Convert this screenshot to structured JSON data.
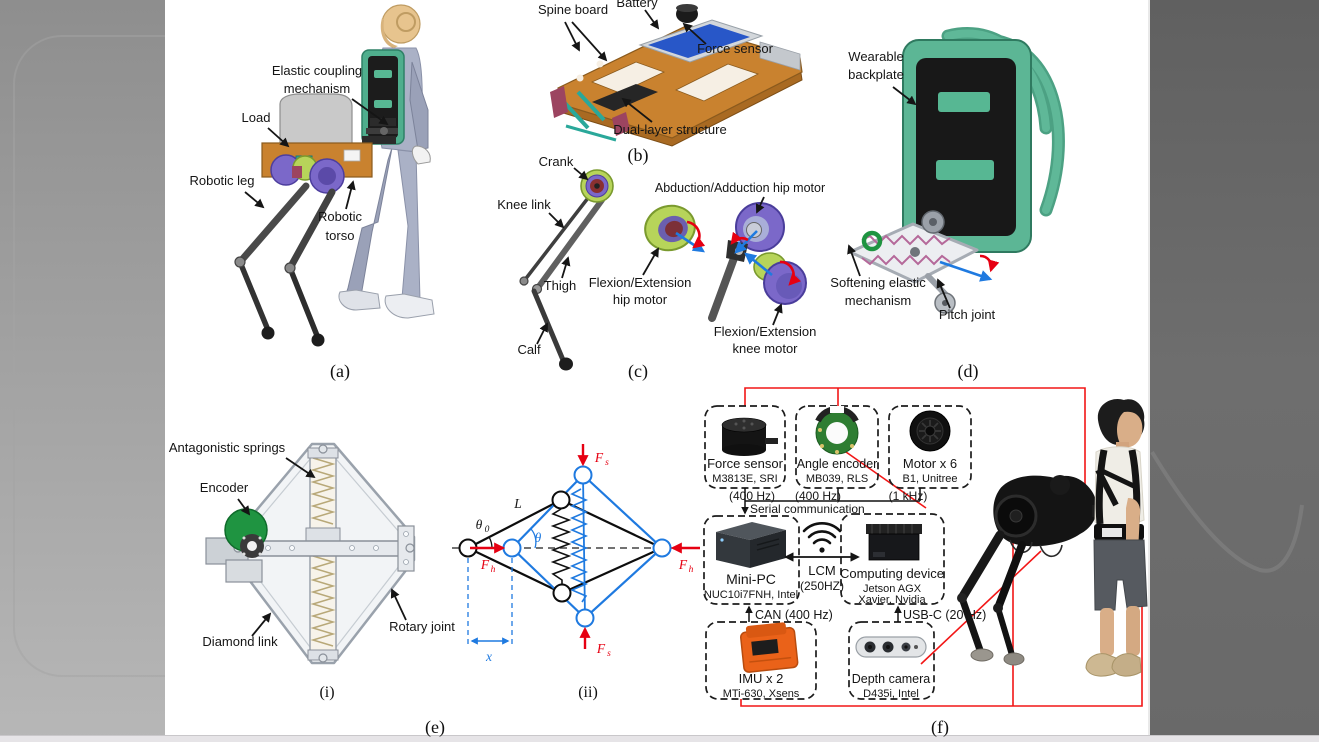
{
  "colors": {
    "connector_red": "#f21616",
    "diagram_blue": "#1f7ae0",
    "arrow_red": "#e60012",
    "backpack_green": "#5cb695",
    "frame_orange": "#c9822f"
  },
  "panel_a": {
    "label_elastic_coupling_line1": "Elastic coupling",
    "label_elastic_coupling_line2": "mechanism",
    "label_load": "Load",
    "label_robotic_leg": "Robotic leg",
    "label_robotic_torso_line1": "Robotic",
    "label_robotic_torso_line2": "torso",
    "caption": "(a)"
  },
  "panel_b": {
    "label_spine_board": "Spine board",
    "label_battery": "Battery",
    "label_force_sensor": "Force sensor",
    "label_dual_layer": "Dual-layer structure",
    "caption": "(b)"
  },
  "panel_c": {
    "label_crank": "Crank",
    "label_knee_link": "Knee link",
    "label_thigh": "Thigh",
    "label_calf": "Calf",
    "label_abduction_hip_motor": "Abduction/Adduction hip motor",
    "label_flexion_hip_line1": "Flexion/Extension",
    "label_flexion_hip_line2": "hip motor",
    "label_flexion_knee_line1": "Flexion/Extension",
    "label_flexion_knee_line2": "knee motor",
    "caption": "(c)"
  },
  "panel_d": {
    "label_wearable_line1": "Wearable",
    "label_wearable_line2": "backplate",
    "label_softening_line1": "Softening elastic",
    "label_softening_line2": "mechanism",
    "label_pitch_joint": "Pitch joint",
    "caption": "(d)"
  },
  "panel_e": {
    "label_antagonistic_springs": "Antagonistic springs",
    "label_encoder": "Encoder",
    "label_diamond_link": "Diamond link",
    "label_rotary_joint": "Rotary joint",
    "caption_i": "(i)",
    "caption_ii": "(ii)",
    "caption": "(e)",
    "diagram": {
      "theta_rest_sym": "θ",
      "theta_rest_sub": "0",
      "link_length": "L",
      "theta_sym": "θ",
      "force_spring_sym": "F",
      "force_spring_sub": "s",
      "force_hand_sym": "F",
      "force_hand_sub": "h",
      "displacement": "x"
    }
  },
  "panel_f": {
    "force_sensor": {
      "title": "Force sensor",
      "model": "M3813E, SRI",
      "rate": "(400 Hz)"
    },
    "angle_encoder": {
      "title": "Angle encoder",
      "model": "MB039, RLS",
      "rate": "(400 Hz)"
    },
    "motor": {
      "title": "Motor x 6",
      "model": "B1, Unitree",
      "rate": "(1 kHz)"
    },
    "serial_label": "Serial communication",
    "mini_pc": {
      "title": "Mini-PC",
      "model": "NUC10i7FNH, Intel"
    },
    "lcm_line1": "LCM",
    "lcm_line2": "(250HZ)",
    "computing": {
      "title": "Computing device",
      "model_line1": "Jetson AGX",
      "model_line2": "Xavier, Nvidia"
    },
    "can_label": "CAN (400 Hz)",
    "usbc_label": "USB-C (20 Hz)",
    "imu": {
      "title": "IMU x 2",
      "model": "MTi-630, Xsens"
    },
    "depth_camera": {
      "title": "Depth camera",
      "model": "D435i, Intel"
    },
    "caption": "(f)"
  }
}
